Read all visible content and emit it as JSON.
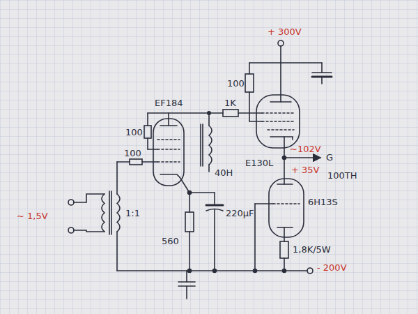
{
  "diagram": {
    "labels": [
      "+ 300V",
      "100",
      "1K",
      "EF184",
      "100",
      "100",
      "40H",
      "E130L",
      "~102V",
      "G",
      "+ 35V",
      "100TH",
      "6H13S",
      "~ 1,5V",
      "1:1",
      "560",
      "220µF",
      "1,8K/5W",
      "- 200V"
    ]
  }
}
